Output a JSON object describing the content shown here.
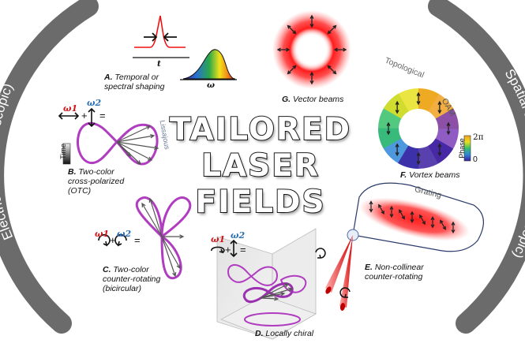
{
  "arcs": {
    "left": "Electric field (microscopic)",
    "right": "Spatial structures (macroscopic)"
  },
  "title": {
    "line1": "TAILORED",
    "line2": "LASER",
    "line3": "FIELDS"
  },
  "panels": {
    "a": {
      "letter": "A.",
      "line1": "Temporal or",
      "line2": "spectral shaping",
      "t_label": "t",
      "omega_label": "ω"
    },
    "b": {
      "letter": "B.",
      "line1": "Two-color",
      "line2": "cross-polarized",
      "line3": "(OTC)",
      "lissajous": "Lissajous",
      "time": "Time",
      "w1": "ω1",
      "w2": "ω2",
      "plus": "+",
      "eq": "="
    },
    "c": {
      "letter": "C.",
      "line1": "Two-color",
      "line2": "counter-rotating",
      "line3": "(bicircular)",
      "w1": "ω1",
      "w2": "ω2",
      "plus": "+",
      "eq": "="
    },
    "d": {
      "letter": "D.",
      "line1": "Locally chiral",
      "w1": "ω1",
      "w2": "ω2",
      "plus": "+",
      "eq": "="
    },
    "e": {
      "letter": "E.",
      "line1": "Non-collinear",
      "line2": "counter-rotating",
      "grating": "Grating"
    },
    "f": {
      "letter": "F.",
      "line1": "Vortex beams",
      "oam": "OAM",
      "phase": "Phase",
      "two_pi": "2π",
      "zero": "0"
    },
    "g": {
      "letter": "G.",
      "line1": "Vector beams",
      "topological": "Topological"
    }
  },
  "colors": {
    "arc": "#6b6b6b",
    "beam_red": "#ff1a1a",
    "loop_purple": "#b03cc0",
    "omega1": "#d0161b",
    "omega2": "#2d6fb3"
  }
}
